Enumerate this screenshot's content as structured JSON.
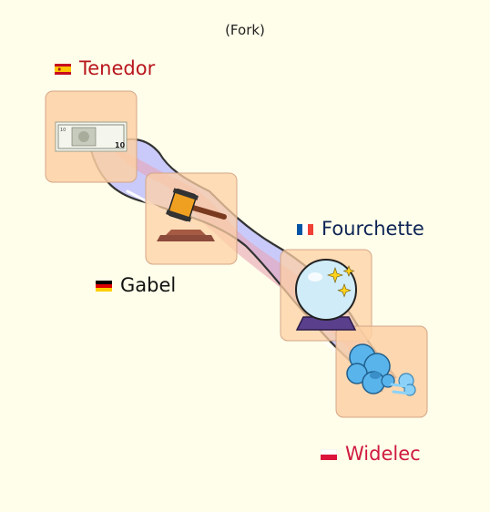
{
  "caption": "(Fork)",
  "labels": {
    "es": {
      "text": "Tenedor",
      "flag": "flag-spain-icon",
      "color": "#b8161c"
    },
    "fr": {
      "text": "Fourchette",
      "flag": "flag-france-icon",
      "color": "#0d2455"
    },
    "de": {
      "text": "Gabel",
      "flag": "flag-germany-icon",
      "color": "#111111"
    },
    "pl": {
      "text": "Widelec",
      "flag": "flag-poland-icon",
      "color": "#cf1a3f"
    }
  },
  "cards": [
    {
      "icon": "dollar-bill-icon",
      "bill_value": "10"
    },
    {
      "icon": "gavel-icon"
    },
    {
      "icon": "crystal-ball-icon"
    },
    {
      "icon": "wind-cloud-icon"
    }
  ],
  "colors": {
    "background": "#fffeea",
    "card_fill": "#fdd0a4",
    "card_stroke": "#d8a98a",
    "ribbon_blue": "#b4b4ff",
    "ribbon_pink": "#e6a6b8"
  }
}
